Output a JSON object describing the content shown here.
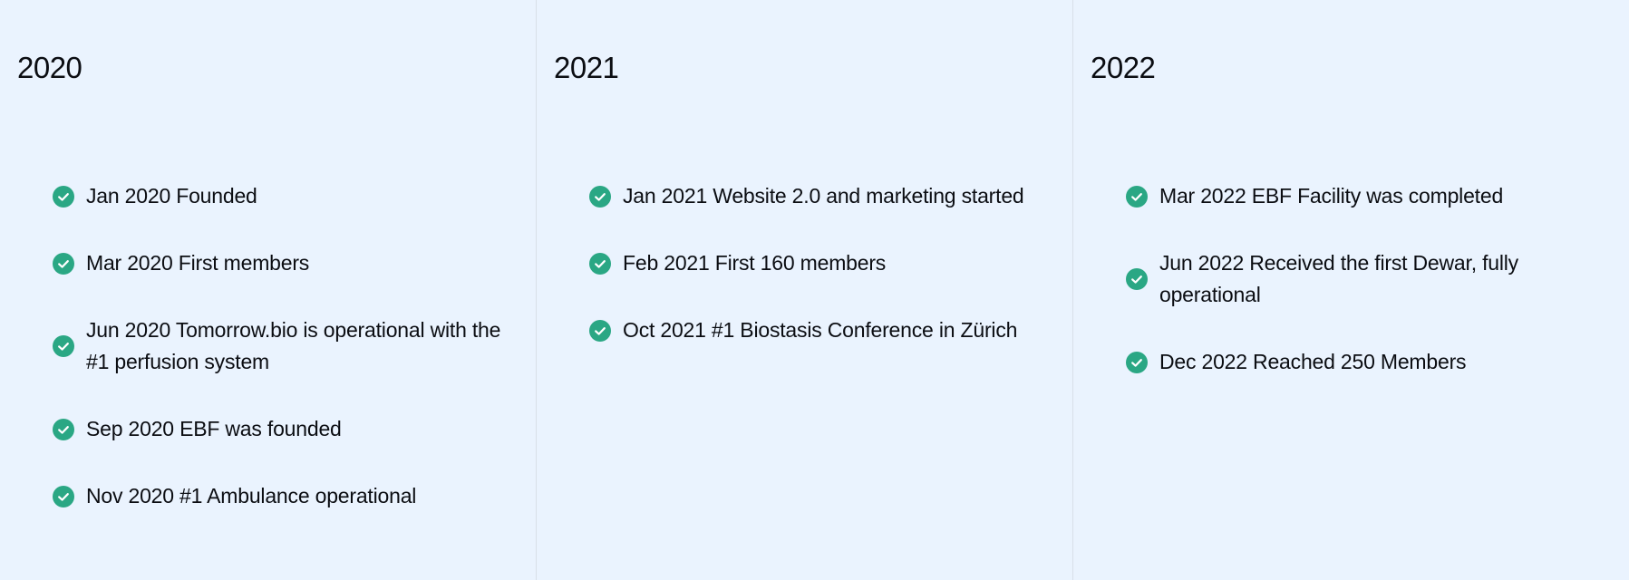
{
  "colors": {
    "background": "#eaf3fe",
    "text": "#0b0d12",
    "check": "#2aa784",
    "divider": "#d8dfe8"
  },
  "years": [
    {
      "year": "2020",
      "items": [
        {
          "icon": "check-circle-icon",
          "text": "Jan 2020 Founded"
        },
        {
          "icon": "check-circle-icon",
          "text": "Mar 2020 First members"
        },
        {
          "icon": "check-circle-icon",
          "text": "Jun 2020 Tomorrow.bio is operational with the #1 perfusion system"
        },
        {
          "icon": "check-circle-icon",
          "text": "Sep 2020 EBF was founded"
        },
        {
          "icon": "check-circle-icon",
          "text": "Nov 2020 #1 Ambulance operational"
        }
      ]
    },
    {
      "year": "2021",
      "items": [
        {
          "icon": "check-circle-icon",
          "text": "Jan 2021 Website 2.0 and marketing started"
        },
        {
          "icon": "check-circle-icon",
          "text": "Feb 2021 First 160 members"
        },
        {
          "icon": "check-circle-icon",
          "text": "Oct 2021 #1 Biostasis Conference in Zürich"
        }
      ]
    },
    {
      "year": "2022",
      "items": [
        {
          "icon": "check-circle-icon",
          "text": "Mar 2022 EBF Facility was completed"
        },
        {
          "icon": "check-circle-icon",
          "text": "Jun 2022 Received the first Dewar, fully operational"
        },
        {
          "icon": "check-circle-icon",
          "text": "Dec 2022 Reached 250 Members"
        }
      ]
    }
  ]
}
